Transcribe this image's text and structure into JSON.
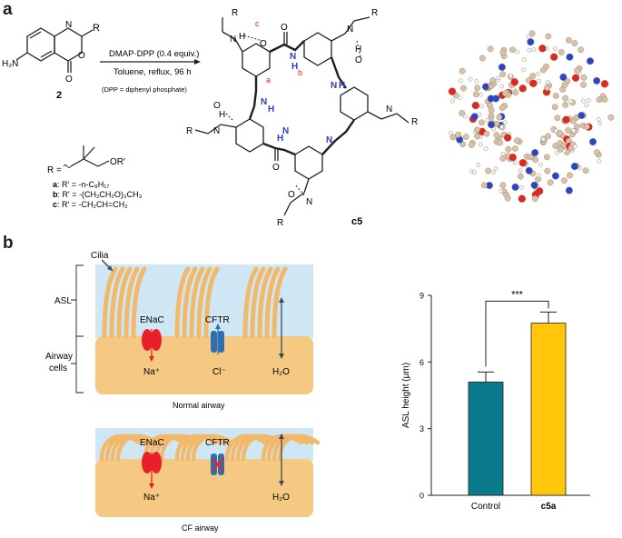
{
  "panel_a": {
    "letter": "a",
    "reactant_number": "2",
    "reactant_substituent": "R",
    "reactant_amine": "H₂N",
    "reactant_n": "N",
    "reactant_o": "O",
    "reactant_carbonyl_o": "O",
    "reagent_line1": "DMAP·DPP (0.4 equiv.)",
    "reagent_line2": "Toluene, reflux, 96 h",
    "reagent_note": "(DPP = diphenyl phosphate)",
    "r_group_label": "R =",
    "r_group_or": "OR′",
    "r_options": [
      {
        "key": "a",
        "text": ": R′ = -n-C₈H₁₇"
      },
      {
        "key": "b",
        "text": ": R′ = -(CH₂CH₂O)₃CH₃"
      },
      {
        "key": "c",
        "text": ": R′ = -CH₂CH=CH₂"
      }
    ],
    "product_label": "c5",
    "product_sites": {
      "a": "a",
      "b": "b",
      "c": "c"
    }
  },
  "panel_b": {
    "letter": "b",
    "diagram": {
      "cilia_label": "Cilia",
      "asl_label": "ASL",
      "airway_cells_label": "Airway\ncells",
      "enac_label": "ENaC",
      "cftr_label": "CFTR",
      "na_label": "Na⁺",
      "cl_label": "Cl⁻",
      "h2o_label": "H₂O",
      "normal_caption": "Normal airway",
      "cf_caption": "CF airway",
      "colors": {
        "asl": "#cfe7f4",
        "cells": "#f6c982",
        "cilia": "#f2b96a",
        "enac": "#e8202a",
        "cftr": "#2f6fb0"
      }
    },
    "chart_data": {
      "type": "bar",
      "categories": [
        "Control",
        "c5a"
      ],
      "values": [
        5.1,
        7.75
      ],
      "errors": [
        0.45,
        0.5
      ],
      "colors": [
        "#0b7a8c",
        "#ffc60a"
      ],
      "ylabel": "ASL height (μm)",
      "ylim": [
        0,
        9
      ],
      "yticks": [
        0,
        3,
        6,
        9
      ],
      "significance": "***",
      "grid": false
    }
  }
}
